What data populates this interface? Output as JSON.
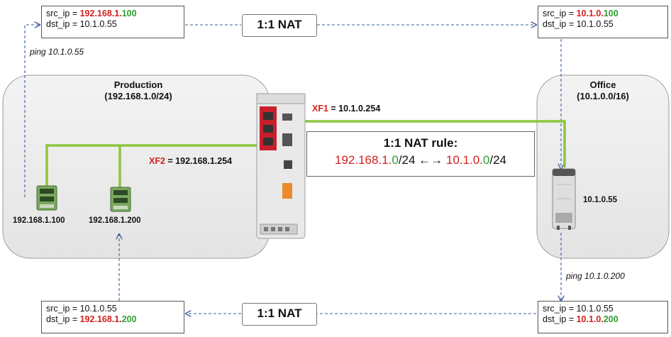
{
  "packets": {
    "top_left": {
      "src_prefix": "src_ip = ",
      "src_red": "192.168.1.",
      "src_green": "100",
      "dst": "dst_ip = 10.1.0.55"
    },
    "top_right": {
      "src_prefix": "src_ip = ",
      "src_red": "10.1.0.",
      "src_green": "100",
      "dst": "dst_ip = 10.1.0.55"
    },
    "bottom_left": {
      "src": "src_ip = 10.1.0.55",
      "dst_prefix": "dst_ip = ",
      "dst_red": "192.168.1.",
      "dst_green": "200"
    },
    "bottom_right": {
      "src": "src_ip = 10.1.0.55",
      "dst_prefix": "dst_ip = ",
      "dst_red": "10.1.0.",
      "dst_green": "200"
    }
  },
  "nat_top": "1:1 NAT",
  "nat_bottom": "1:1 NAT",
  "ping_top": "ping 10.1.0.55",
  "ping_bottom": "ping 10.1.0.200",
  "production": {
    "name": "Production",
    "subnet": "(192.168.1.0/24)"
  },
  "office": {
    "name": "Office",
    "subnet": "(10.1.0.0/16)"
  },
  "devices": {
    "plc1": "192.168.1.100",
    "plc2": "192.168.1.200",
    "pc": "10.1.0.55"
  },
  "xf1": {
    "name": "XF1",
    "value": " = 10.1.0.254"
  },
  "xf2": {
    "name": "XF2",
    "value": " = 192.168.1.254"
  },
  "rule": {
    "title": "1:1 NAT rule:",
    "left_red": "192.168.1.",
    "left_green": "0",
    "left_suffix": "/24 ",
    "arrow": "←→",
    "right_red": " 10.1.0.",
    "right_green": "0",
    "right_suffix": "/24"
  },
  "colors": {
    "link": "#8cc63f",
    "red": "#d42020",
    "green": "#2f9e2f",
    "arrow": "#3a5f9a"
  }
}
